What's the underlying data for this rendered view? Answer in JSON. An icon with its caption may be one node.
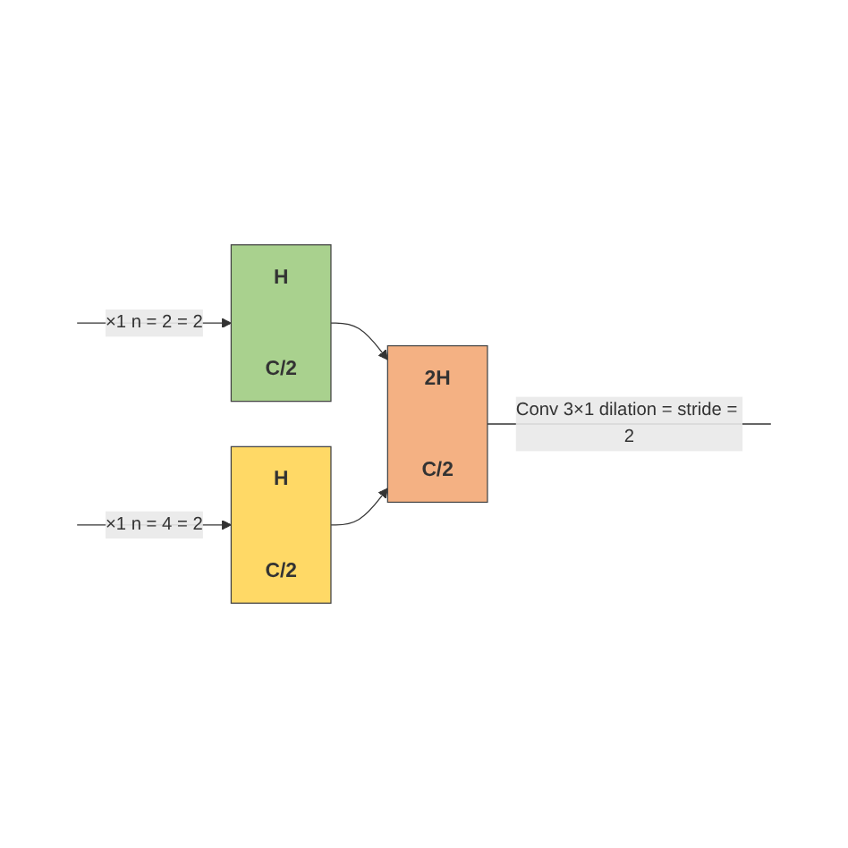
{
  "diagram": {
    "nodes": [
      {
        "text": [
          "H",
          "C/2"
        ]
      },
      {
        "text": [
          "H",
          "C/2"
        ]
      },
      {
        "text": [
          "2H",
          "C/2"
        ]
      }
    ],
    "edges": [
      {
        "from": null,
        "to": 0,
        "arrow": "to",
        "label": "×1 n = 2 = 2"
      },
      {
        "from": null,
        "to": 1,
        "arrow": "to",
        "label": "×1 n = 4 = 2"
      },
      {
        "from": 0,
        "to": 2,
        "arrow": "to"
      },
      {
        "from": 1,
        "to": 2,
        "arrow": "to"
      },
      {
        "from": 2,
        "to": null,
        "arrow": "none",
        "label": "Conv 3×1 dilation = stride = 2"
      }
    ]
  }
}
